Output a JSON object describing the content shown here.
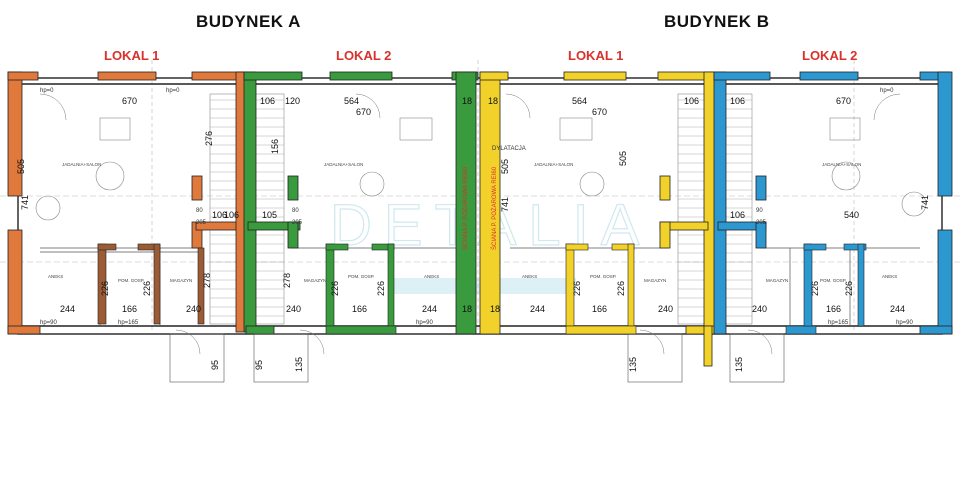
{
  "buildings": [
    {
      "title": "BUDYNEK A"
    },
    {
      "title": "BUDYNEK B"
    }
  ],
  "unit_labels": [
    "LOKAL 1",
    "LOKAL 2",
    "LOKAL 1",
    "LOKAL 2"
  ],
  "colors": {
    "orange": "#e07a3c",
    "brown": "#9a5b35",
    "green": "#3a9a3e",
    "yellow": "#f2d22a",
    "blue": "#2d97cf",
    "red": "#d9312b",
    "wall": "#222222"
  },
  "dimensions": {
    "top_widths": [
      "670",
      "564",
      "564",
      "670"
    ],
    "mid_widths": [
      "670",
      "670"
    ],
    "stair_widths": [
      "106",
      "120",
      "106",
      "18",
      "18",
      "106",
      "106"
    ],
    "heights": [
      "505",
      "505",
      "505"
    ],
    "heights_b": [
      "741",
      "741",
      "741"
    ],
    "side_heights": [
      "278",
      "278",
      "276",
      "156"
    ],
    "inner_widths": [
      "106",
      "105",
      "106",
      "540"
    ],
    "window_heights": [
      "226",
      "226",
      "226",
      "226",
      "226",
      "226",
      "226",
      "226"
    ],
    "bottom_widths": [
      "244",
      "166",
      "240",
      "240",
      "166",
      "244",
      "18",
      "18",
      "244",
      "166",
      "240",
      "240",
      "166",
      "244"
    ],
    "bottom_small": [
      "95",
      "95",
      "135",
      "135",
      "135"
    ],
    "door_dims": [
      "80",
      "205",
      "80",
      "205",
      "90",
      "205"
    ],
    "hp": [
      "hp=0",
      "hp=0",
      "hp=0",
      "hp=90",
      "hp=165",
      "hp=90",
      "hp=165",
      "hp=90"
    ]
  },
  "annotations": {
    "dylatacja": "DYLATACJA",
    "fire_wall_1": "ŚCIANA P. POŻAROWA REI60",
    "fire_wall_2": "ŚCIANA P. POŻAROWA REI60"
  },
  "rooms": {
    "living": "JADALNIA+SALON",
    "bath": "POM. GOSP.",
    "store": "MAGAZYN",
    "annex": "ANEKS"
  },
  "watermark": "DETALIA"
}
